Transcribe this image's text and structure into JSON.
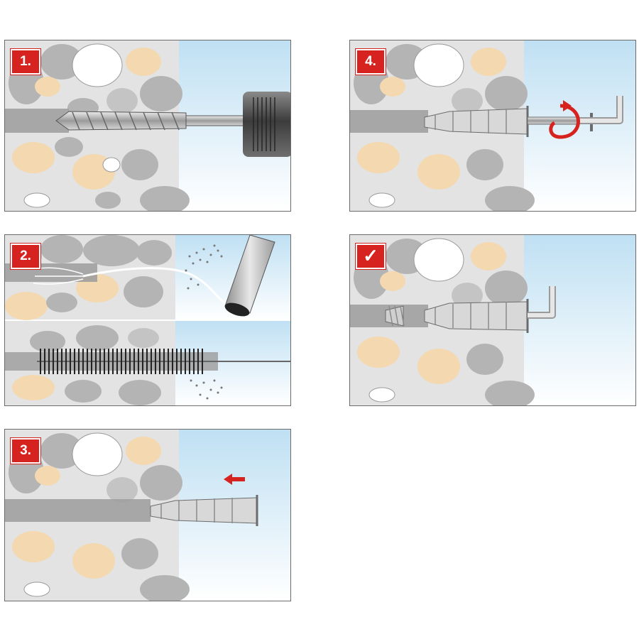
{
  "steps": [
    {
      "badge": "1."
    },
    {
      "badge": "2."
    },
    {
      "badge": "3."
    },
    {
      "badge": "4."
    },
    {
      "badge": "✓"
    }
  ],
  "icons": {
    "drill": "drill-chuck-icon",
    "blower": "air-blower-icon",
    "brush": "cleaning-brush-icon",
    "insert_arrow": "left-arrow-icon",
    "rotate_arrow": "rotation-arrow-icon",
    "done": "checkmark-icon"
  },
  "colors": {
    "badge_red": "#d7231f",
    "wall_grey": "#e3e3e3",
    "sky_blue": "#cfe7f5",
    "stone_grey": "#b4b4b4",
    "stone_tan": "#f3d8b0"
  }
}
